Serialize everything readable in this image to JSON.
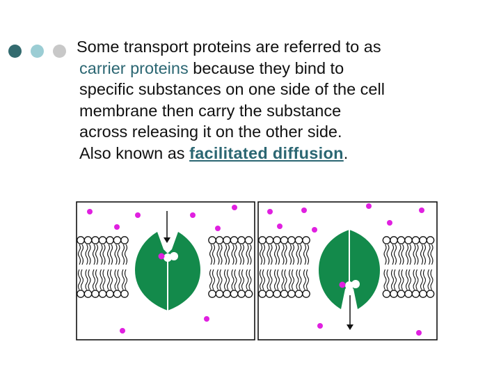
{
  "slide": {
    "bullet_colors": [
      "#336b6f",
      "#9bcdd4",
      "#c8c8c8"
    ],
    "lines": [
      {
        "text": "Some transport proteins are referred to as"
      },
      {
        "highlight": "carrier proteins",
        "text": " because they bind to"
      },
      {
        "text": "specific substances on one side of the cell"
      },
      {
        "text": "membrane then carry the substance"
      },
      {
        "text": "across releasing it on the other side."
      },
      {
        "prefix": "Also known as ",
        "link": "facilitated diffusion",
        "suffix": "."
      }
    ]
  },
  "figure": {
    "protein_color": "#138a4b",
    "molecule_color": "#e020e0",
    "panels": [
      "open-outside",
      "open-inside"
    ]
  }
}
